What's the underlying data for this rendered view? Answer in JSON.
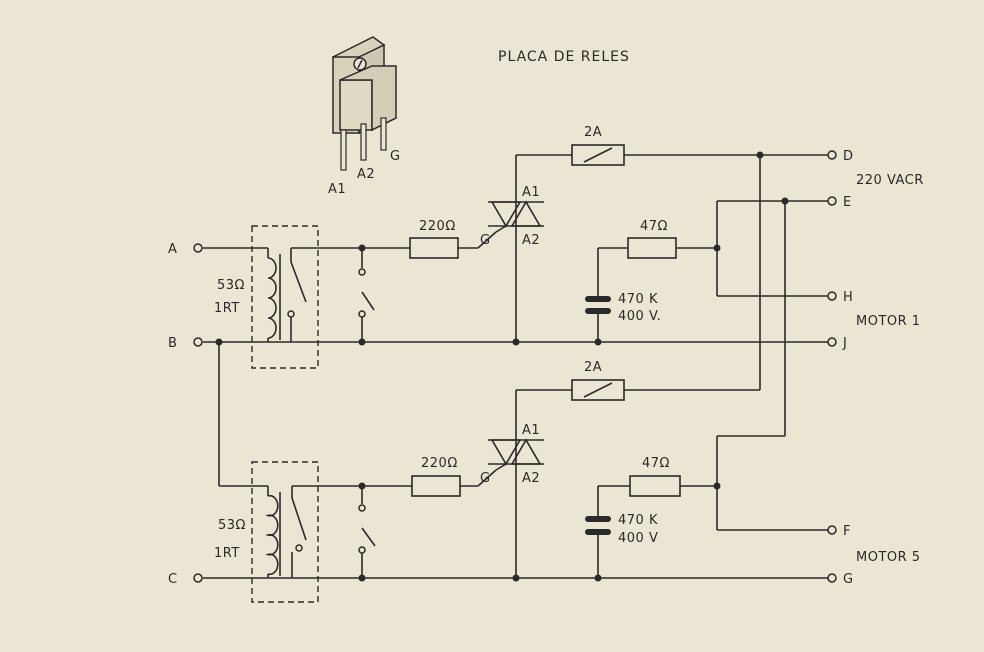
{
  "title": "PLACA DE RELES",
  "supply_label": "220 VACR",
  "triac_pins": {
    "a1": "A1",
    "a2": "A2",
    "g": "G"
  },
  "terminals": {
    "A": "A",
    "B": "B",
    "C": "C",
    "D": "D",
    "E": "E",
    "H": "H",
    "J": "J",
    "F": "F",
    "G": "G"
  },
  "channel1": {
    "coil_res": "53Ω",
    "coil_type": "1RT",
    "gate_res": "220Ω",
    "fuse": "2A",
    "snub_res": "47Ω",
    "cap_val": "470 K",
    "cap_volt": "400 V.",
    "motor": "MOTOR 1",
    "triac_a1": "A1",
    "triac_a2": "A2",
    "triac_g": "G"
  },
  "channel2": {
    "coil_res": "53Ω",
    "coil_type": "1RT",
    "gate_res": "220Ω",
    "fuse": "2A",
    "snub_res": "47Ω",
    "cap_val": "470 K",
    "cap_volt": "400 V",
    "motor": "MOTOR 5",
    "triac_a1": "A1",
    "triac_a2": "A2",
    "triac_g": "G"
  },
  "colors": {
    "paper": "#ebe6d3",
    "ink": "#2a2a2a"
  }
}
